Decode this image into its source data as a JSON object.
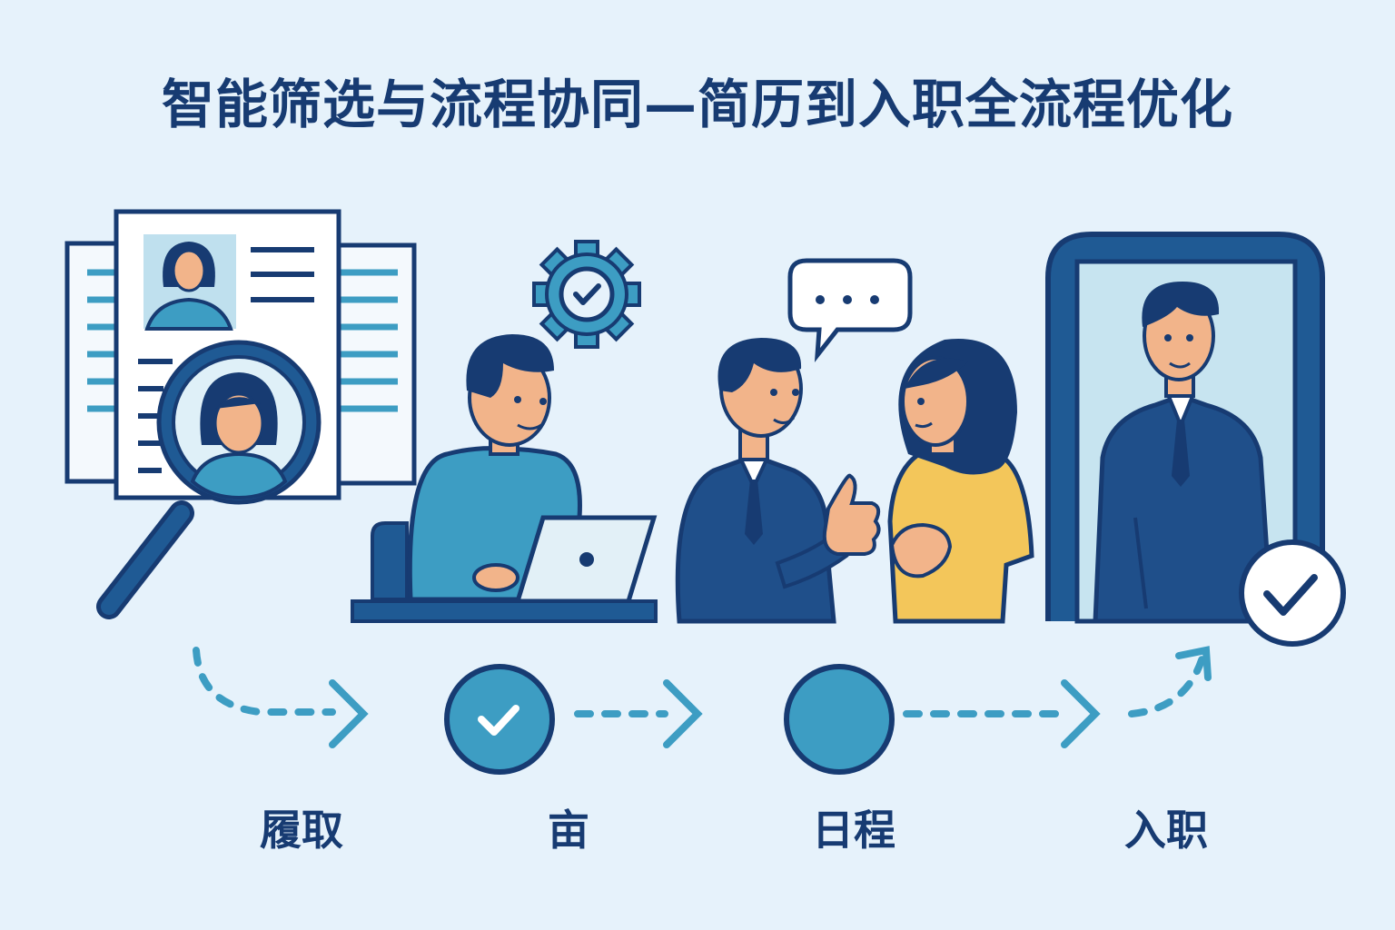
{
  "title": "智能筛选与流程协同—简历到入职全流程优化",
  "steps": [
    {
      "label": "履取",
      "icon": "resume-search-icon"
    },
    {
      "label": "亩",
      "icon": "interview-laptop-icon"
    },
    {
      "label": "日程",
      "icon": "handshake-conversation-icon"
    },
    {
      "label": "入职",
      "icon": "onboarding-door-icon"
    }
  ],
  "colors": {
    "navy": "#173b72",
    "accent": "#3d9dc3",
    "background": "#e6f2fb",
    "shirt_yellow": "#f3c65a"
  },
  "progress": {
    "completed_node_icon": "check-icon",
    "current_node_icon": "filled-circle"
  }
}
